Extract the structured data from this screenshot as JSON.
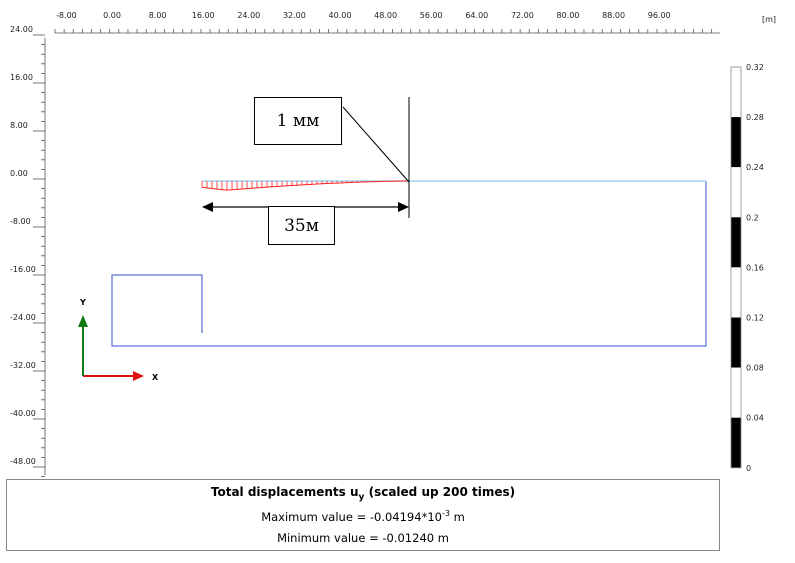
{
  "x_axis": {
    "unit": "[m]",
    "labels": [
      "-8.00",
      "0.00",
      "8.00",
      "16.00",
      "24.00",
      "32.00",
      "40.00",
      "48.00",
      "56.00",
      "64.00",
      "72.00",
      "80.00",
      "88.00",
      "96.00"
    ]
  },
  "y_axis": {
    "labels": [
      "24.00",
      "16.00",
      "8.00",
      "0.00",
      "-8.00",
      "-16.00",
      "-24.00",
      "-32.00",
      "-40.00",
      "-48.00"
    ]
  },
  "axes_indicator": {
    "x": "X",
    "y": "Y"
  },
  "annotations": {
    "deflection": "1 мм",
    "length": "35м"
  },
  "legend": {
    "labels": [
      "0.32",
      "0.28",
      "0.24",
      "0.2",
      "0.16",
      "0.12",
      "0.08",
      "0.04",
      "0"
    ],
    "colors": [
      "#ffffff",
      "#000000"
    ]
  },
  "info": {
    "title_prefix": "Total displacements u",
    "title_sub": "y",
    "title_suffix": " (scaled up 200 times)",
    "max_prefix": "Maximum value = -0.04194*10",
    "max_exp": "-3",
    "max_suffix": " m",
    "min": "Minimum value = -0.01240 m"
  },
  "colors": {
    "model": "#5b6fd6",
    "surface": "#9fd3ee",
    "displacement": "#ff2020",
    "x_arrow": "#e01010",
    "y_arrow": "#127812"
  }
}
